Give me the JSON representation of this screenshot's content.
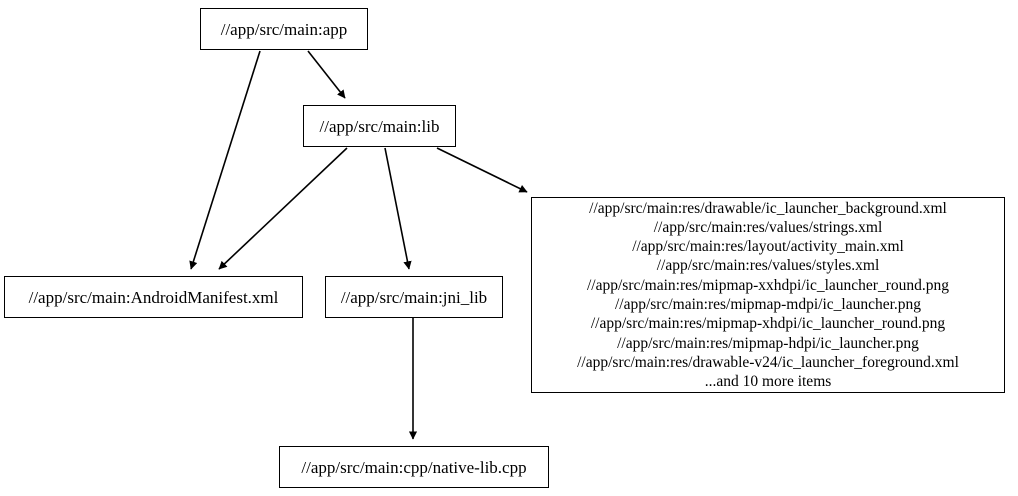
{
  "graph": {
    "type": "directed-dependency-graph",
    "background": "#ffffff",
    "edge_color": "#000000",
    "node_border_color": "#000000",
    "node_fill_color": "#ffffff",
    "nodes": [
      {
        "id": "app",
        "label": "//app/src/main:app"
      },
      {
        "id": "lib",
        "label": "//app/src/main:lib"
      },
      {
        "id": "manifest",
        "label": "//app/src/main:AndroidManifest.xml"
      },
      {
        "id": "jni_lib",
        "label": "//app/src/main:jni_lib"
      },
      {
        "id": "nativelib",
        "label": "//app/src/main:cpp/native-lib.cpp"
      },
      {
        "id": "res",
        "label": "//app/src/main:res/drawable/ic_launcher_background.xml\n//app/src/main:res/values/strings.xml\n//app/src/main:res/layout/activity_main.xml\n//app/src/main:res/values/styles.xml\n//app/src/main:res/mipmap-xxhdpi/ic_launcher_round.png\n//app/src/main:res/mipmap-mdpi/ic_launcher.png\n//app/src/main:res/mipmap-xhdpi/ic_launcher_round.png\n//app/src/main:res/mipmap-hdpi/ic_launcher.png\n//app/src/main:res/drawable-v24/ic_launcher_foreground.xml\n...and 10 more items",
        "lines": [
          "//app/src/main:res/drawable/ic_launcher_background.xml",
          "//app/src/main:res/values/strings.xml",
          "//app/src/main:res/layout/activity_main.xml",
          "//app/src/main:res/values/styles.xml",
          "//app/src/main:res/mipmap-xxhdpi/ic_launcher_round.png",
          "//app/src/main:res/mipmap-mdpi/ic_launcher.png",
          "//app/src/main:res/mipmap-xhdpi/ic_launcher_round.png",
          "//app/src/main:res/mipmap-hdpi/ic_launcher.png",
          "//app/src/main:res/drawable-v24/ic_launcher_foreground.xml",
          "...and 10 more items"
        ],
        "overflow_note": "...and 10 more items"
      }
    ],
    "edges": [
      {
        "from": "app",
        "to": "manifest"
      },
      {
        "from": "app",
        "to": "lib"
      },
      {
        "from": "lib",
        "to": "manifest"
      },
      {
        "from": "lib",
        "to": "jni_lib"
      },
      {
        "from": "lib",
        "to": "res"
      },
      {
        "from": "jni_lib",
        "to": "nativelib"
      }
    ]
  }
}
